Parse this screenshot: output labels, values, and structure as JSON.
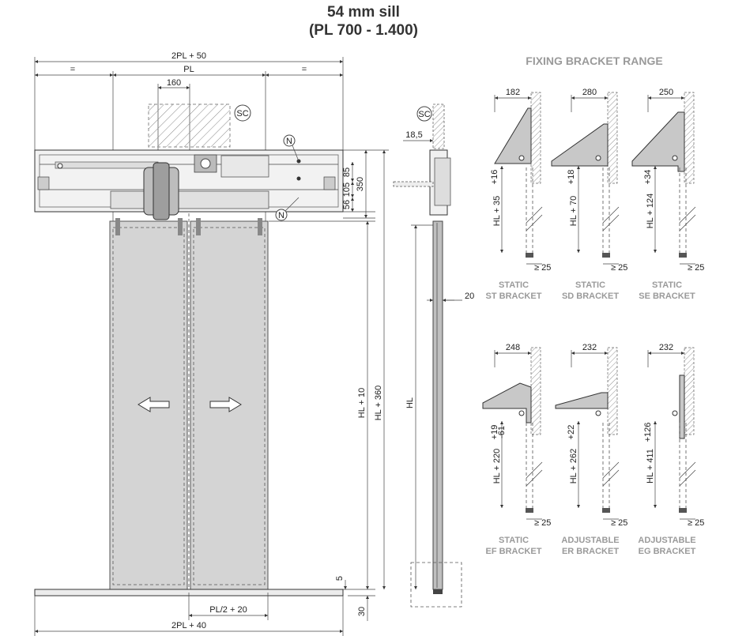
{
  "title": {
    "line1": "54 mm sill",
    "line2": "(PL 700 - 1.400)"
  },
  "front": {
    "dim_top": "2PL + 50",
    "dim_eq_left": "=",
    "dim_pl": "PL",
    "dim_eq_right": "=",
    "dim_160": "160",
    "sc": "SC",
    "n_top": "N",
    "n_bottom": "N",
    "dim_85": "85",
    "dim_105": "105",
    "dim_56": "56",
    "dim_350": "350",
    "dim_hl10": "HL + 10",
    "dim_hl360": "HL + 360",
    "dim_5": "5",
    "dim_30": "30",
    "dim_pl2": "PL/2 + 20",
    "dim_bottom": "2PL + 40"
  },
  "side": {
    "sc": "SC",
    "dim_185": "18,5",
    "dim_20": "20",
    "dim_hl": "HL"
  },
  "brackets": {
    "header": "FIXING BRACKET RANGE",
    "items": [
      {
        "width": "182",
        "height": "HL + 35",
        "tol_up": "+16",
        "tol_dn": "",
        "min": "≥ 25",
        "type": "STATIC",
        "name": "ST BRACKET"
      },
      {
        "width": "280",
        "height": "HL + 70",
        "tol_up": "+18",
        "tol_dn": "",
        "min": "≥ 25",
        "type": "STATIC",
        "name": "SD BRACKET"
      },
      {
        "width": "250",
        "height": "HL + 124",
        "tol_up": "+34",
        "tol_dn": "",
        "min": "≥ 25",
        "type": "STATIC",
        "name": "SE BRACKET"
      },
      {
        "width": "248",
        "height": "HL + 220",
        "tol_up": "+19",
        "tol_dn": "-61",
        "min": "≥ 25",
        "type": "STATIC",
        "name": "EF BRACKET"
      },
      {
        "width": "232",
        "height": "HL + 262",
        "tol_up": "+22",
        "tol_dn": "",
        "min": "≥ 25",
        "type": "ADJUSTABLE",
        "name": "ER BRACKET"
      },
      {
        "width": "232",
        "height": "HL + 411",
        "tol_up": "+126",
        "tol_dn": "",
        "min": "≥ 25",
        "type": "ADJUSTABLE",
        "name": "EG BRACKET"
      }
    ]
  }
}
